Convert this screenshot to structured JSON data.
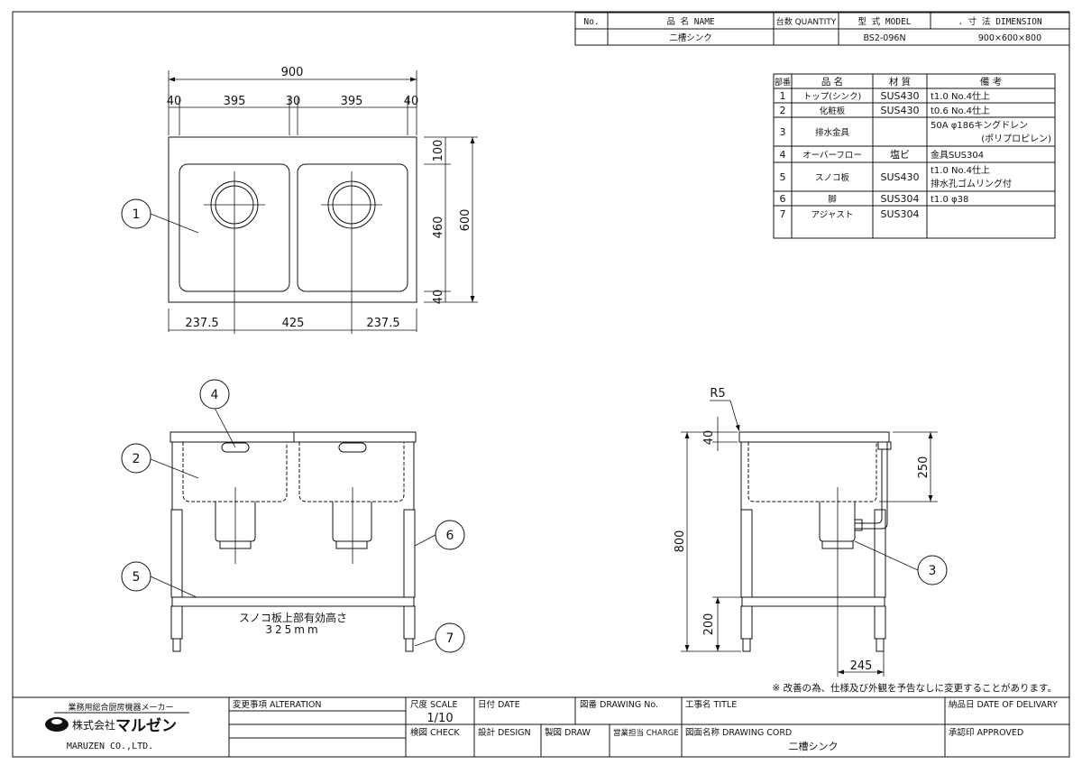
{
  "header_table": {
    "col_no": "No.",
    "col_name": "品 名 NAME",
    "col_quantity": "台数 QUANTITY",
    "col_model": "型 式 MODEL",
    "col_dimension": ". 寸 法 DIMENSION",
    "row_name": "二槽シンク",
    "row_model": "BS2-096N",
    "row_dimension": "900×600×800"
  },
  "parts_table": {
    "headers": [
      "部番",
      "品 名",
      "材 質",
      "備 考"
    ],
    "rows": [
      {
        "no": "1",
        "name": "トップ(シンク)",
        "material": "SUS430",
        "note1": "t1.0 No.4仕上",
        "note2": ""
      },
      {
        "no": "2",
        "name": "化粧板",
        "material": "SUS430",
        "note1": "t0.6 No.4仕上",
        "note2": ""
      },
      {
        "no": "3",
        "name": "排水金具",
        "material": "",
        "note1": "50A φ186キングドレン",
        "note2": "(ポリプロピレン)"
      },
      {
        "no": "4",
        "name": "オーバーフロー",
        "material": "塩ビ",
        "note1": "金具SUS304",
        "note2": ""
      },
      {
        "no": "5",
        "name": "スノコ板",
        "material": "SUS430",
        "note1": "t1.0 No.4仕上",
        "note2": "排水孔ゴムリング付"
      },
      {
        "no": "6",
        "name": "脚",
        "material": "SUS304",
        "note1": "t1.0 φ38",
        "note2": ""
      },
      {
        "no": "7",
        "name": "アジャスト",
        "material": "SUS304",
        "note1": "",
        "note2": ""
      }
    ]
  },
  "top_view": {
    "overall": "900",
    "seg1": "40",
    "seg2": "395",
    "seg3": "30",
    "seg4": "395",
    "seg5": "40",
    "bottom1": "237.5",
    "bottom2": "425",
    "bottom3": "237.5",
    "right1": "100",
    "right2": "460",
    "right3": "40",
    "depth": "600"
  },
  "front_view": {
    "shelf_note1": "スノコ板上部有効高さ",
    "shelf_note2": "325mm"
  },
  "side_view": {
    "radius": "R5",
    "top_dim": "40",
    "height": "800",
    "bottom": "200",
    "basin_depth": "250",
    "drain_offset": "245"
  },
  "callouts": [
    "1",
    "2",
    "3",
    "4",
    "5",
    "6",
    "7"
  ],
  "note": "※ 改善の為、仕様及び外観を予告なしに変更することがあります。",
  "title_block": {
    "maker_caption": "業務用総合厨房機器メーカー",
    "company_jp": "株式会社",
    "company_logo": "マルゼン",
    "company_en": "MARUZEN CO.,LTD.",
    "alteration": "変更事項 ALTERATION",
    "scale_label": "尺度 SCALE",
    "scale_value": "1/10",
    "date": "日付 DATE",
    "drawing_no": "図番 DRAWING No.",
    "title": "工事名 TITLE",
    "delivery": "納品日 DATE OF DELIVARY",
    "check": "検図 CHECK",
    "design": "設計 DESIGN",
    "draw": "製図 DRAW",
    "charge": "営業担当 CHARGE",
    "drawing_cord": "図面名称 DRAWING CORD",
    "drawing_name": "二槽シンク",
    "approved": "承認印 APPROVED"
  }
}
